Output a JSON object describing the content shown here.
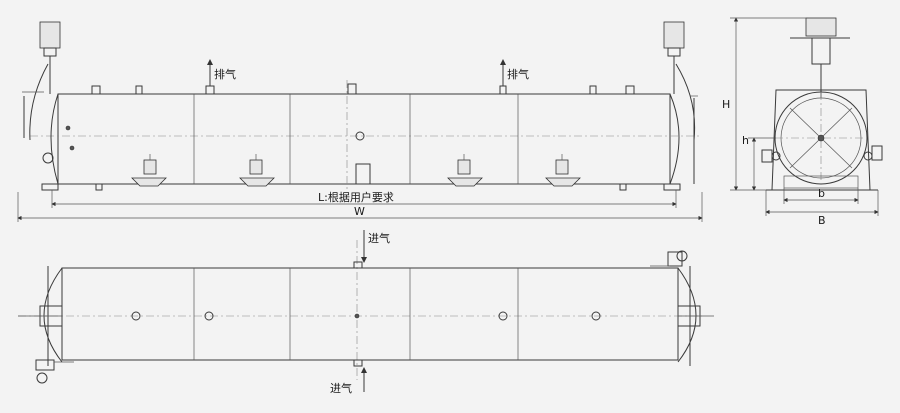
{
  "labels": {
    "exhaust_left": "排气",
    "exhaust_right": "排气",
    "length_note": "L:根据用户要求",
    "overall_width": "W",
    "height_total": "H",
    "height_center": "h",
    "base_inner": "b",
    "base_outer": "B",
    "steam_inlet_top": "进气",
    "steam_inlet_bottom": "进气"
  }
}
